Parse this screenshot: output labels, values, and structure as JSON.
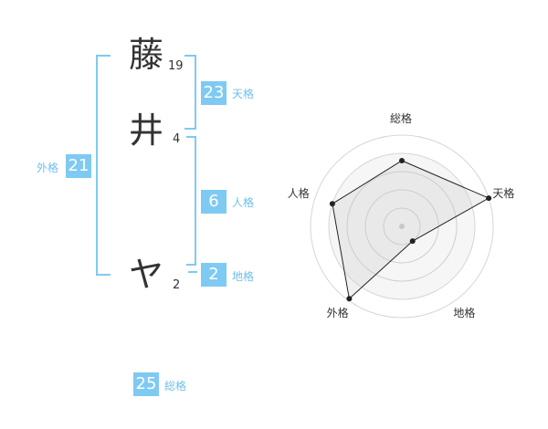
{
  "name": {
    "chars": [
      {
        "char": "藤",
        "strokes": "19"
      },
      {
        "char": "井",
        "strokes": "4"
      },
      {
        "char": "ヤ",
        "strokes": "2"
      }
    ]
  },
  "scores": {
    "tenkaku": {
      "value": "23",
      "label": "天格"
    },
    "jinkaku": {
      "value": "6",
      "label": "人格"
    },
    "chikaku": {
      "value": "2",
      "label": "地格"
    },
    "gaikaku": {
      "value": "21",
      "label": "外格"
    },
    "soukaku": {
      "value": "25",
      "label": "総格"
    }
  },
  "colors": {
    "accent": "#7fcaf2",
    "label": "#6ec0ec",
    "ink": "#333333"
  },
  "chart_data": {
    "type": "radar",
    "axes": [
      "総格",
      "天格",
      "地格",
      "外格",
      "人格"
    ],
    "values": [
      0.72,
      1.0,
      0.2,
      0.98,
      0.8
    ],
    "rings": 5,
    "grid": true
  }
}
